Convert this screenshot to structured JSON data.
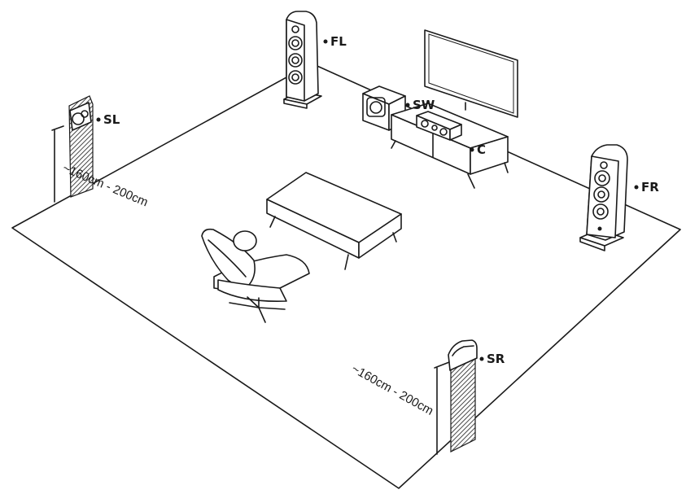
{
  "speakers": {
    "fl": "FL",
    "fr": "FR",
    "c": "C",
    "sw": "SW",
    "sl": "SL",
    "sr": "SR"
  },
  "measurements": {
    "sl_height": "~160cm - 200cm",
    "sr_height": "~160cm - 200cm"
  }
}
